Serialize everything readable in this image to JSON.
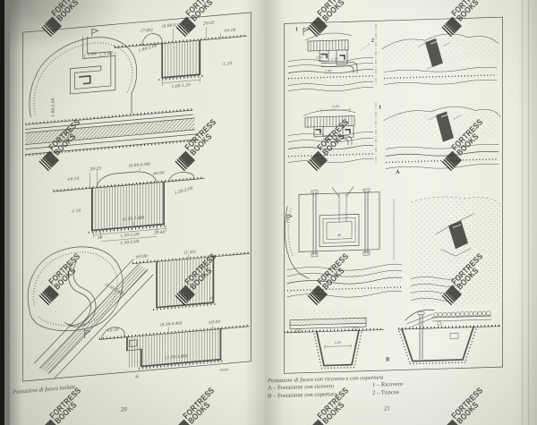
{
  "watermark": {
    "line1": "FORTRESS",
    "line2": "BOOKS"
  },
  "left_page": {
    "page_number": "20",
    "caption": "Postazioni di fuoco isolate",
    "dims": {
      "d1": "1.00",
      "d2": "1.80",
      "d3": "1.80-2.00",
      "d4": "(0.80-0.90)",
      "d5": "20-25",
      "d6": "+0.10",
      "d7": "-1.10",
      "d8": "1.00-1.20",
      "d9": "(7.00)",
      "d10": "1.80-2.00",
      "d11": "20-25",
      "d12": "(0.80-0.90)",
      "d13": "+0.10",
      "d14": "±0.00",
      "d15": "-1.10",
      "d16": "(1.50-1.60)",
      "d17": "30",
      "d18": "1.50-2.00",
      "d19": "30-40",
      "d20": "1.50-2.00",
      "d21": "1.50-2.00",
      "d22": "(1.50-1.60)",
      "d23": "±0.00",
      "d24": "(1.50)",
      "d25": "20",
      "d26": "+0.10",
      "d27": "(0.30-0.40)",
      "d28": "±0.00",
      "d29": "(1.50-1.60)",
      "d30": "40",
      "d31": "50-60"
    }
  },
  "right_page": {
    "page_number": "21",
    "caption_title": "Postazioni di fuoco con ricovero e con copertura",
    "legend": [
      {
        "left": "A – Postazione con ricovero",
        "right": "1 – Ricovero"
      },
      {
        "left": "B – Postazione con copertura",
        "right": "2 – Trincea"
      }
    ],
    "fig_labels": {
      "n1": "1",
      "n2": "2",
      "n3": "1",
      "a": "A",
      "b": "B"
    },
    "dims": {
      "r1a": "1.70",
      "r1b": "1.10",
      "r1c": "7.80",
      "r2a": "3.00",
      "r3a": "40",
      "r4a": "1.60"
    }
  },
  "colors": {
    "page": "#edeee2",
    "ink": "#50504a",
    "watermark": "#38362e",
    "edge_black": "#141413",
    "edge_gray": "#85867f"
  }
}
